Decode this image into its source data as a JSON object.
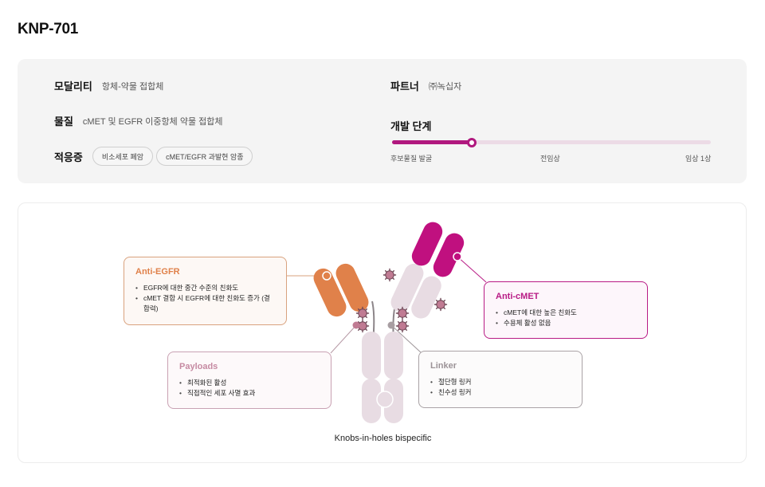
{
  "page": {
    "title": "KNP-701"
  },
  "info": {
    "modality": {
      "label": "모달리티",
      "value": "항체-약물 접합체"
    },
    "material": {
      "label": "물질",
      "value": "cMET 및 EGFR 이중항체 약물 접합체"
    },
    "indication": {
      "label": "적응증",
      "chips": [
        "비소세포 폐암",
        "cMET/EGFR 과발현 암종"
      ]
    },
    "partner": {
      "label": "파트너",
      "value": "㈜녹십자"
    }
  },
  "development_stage": {
    "title": "개발 단계",
    "stages": [
      "후보물질 발굴",
      "전임상",
      "임상 1상"
    ],
    "current_stage_index": 0,
    "progress_color": "#b0187e",
    "track_color": "#ecdbe6"
  },
  "diagram": {
    "caption": "Knobs-in-holes bispecific",
    "colors": {
      "anti_egfr": "#e0814a",
      "anti_cmet": "#c0107f",
      "antibody_body": "#e8dce3",
      "payload": "#c07b93",
      "linker": "#a89ea2"
    },
    "callouts": {
      "anti_egfr": {
        "title": "Anti-EGFR",
        "bullets": [
          "EGFR에 대한 중간 수준의 친화도",
          "cMET 결합 시 EGFR에 대한 친화도 증가 (결합력)"
        ]
      },
      "anti_cmet": {
        "title": "Anti-cMET",
        "bullets": [
          "cMET에 대한 높은 친화도",
          "수용체 활성 없음"
        ]
      },
      "payloads": {
        "title": "Payloads",
        "bullets": [
          "최적화된 활성",
          "직접적인 세포 사멸 효과"
        ]
      },
      "linker": {
        "title": "Linker",
        "bullets": [
          "절단형 링커",
          "친수성 링커"
        ]
      }
    }
  }
}
